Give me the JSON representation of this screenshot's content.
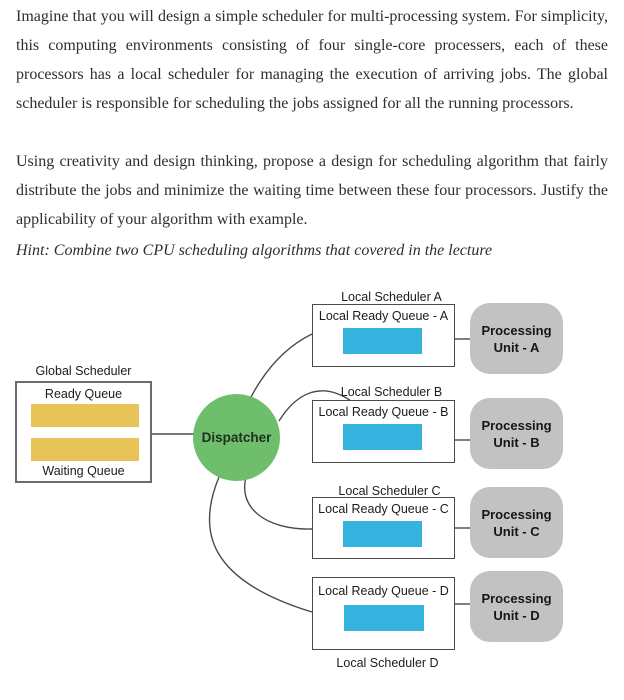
{
  "document": {
    "paragraph_1": "Imagine that you will design a simple scheduler for multi-processing system. For simplicity, this computing environments consisting of four single-core processers, each of these processors has a local scheduler for managing the execution of arriving jobs. The global scheduler is responsible for scheduling the jobs assigned for all the running processors.",
    "paragraph_2": "Using creativity and design thinking, propose a design for scheduling algorithm that fairly distribute the jobs and minimize the waiting time between these four processors. Justify the applicability of your algorithm with example.",
    "hint": "Hint: Combine two CPU scheduling algorithms that covered in the lecture"
  },
  "diagram": {
    "global_scheduler": {
      "title": "Global Scheduler",
      "ready_queue_label": "Ready Queue",
      "waiting_queue_label": "Waiting Queue"
    },
    "dispatcher": {
      "label": "Dispatcher"
    },
    "local_schedulers": [
      {
        "id": "A",
        "title": "Local Scheduler A",
        "queue_label": "Local Ready Queue - A",
        "title_position": "above"
      },
      {
        "id": "B",
        "title": "Local Scheduler B",
        "queue_label": "Local Ready Queue - B",
        "title_position": "above"
      },
      {
        "id": "C",
        "title": "Local Scheduler C",
        "queue_label": "Local Ready Queue - C",
        "title_position": "above"
      },
      {
        "id": "D",
        "title": "Local Scheduler D",
        "queue_label": "Local Ready Queue - D",
        "title_position": "below"
      }
    ],
    "processing_units": [
      {
        "label": "Processing Unit - A"
      },
      {
        "label": "Processing Unit - B"
      },
      {
        "label": "Processing Unit - C"
      },
      {
        "label": "Processing Unit - D"
      }
    ],
    "colors": {
      "global_queue_bar": "#e8c458",
      "local_queue_bar": "#35b2de",
      "dispatcher_fill": "#6ebe6c",
      "processing_unit_fill": "#c2c2c3",
      "connector_stroke": "#4a4a4a"
    }
  }
}
